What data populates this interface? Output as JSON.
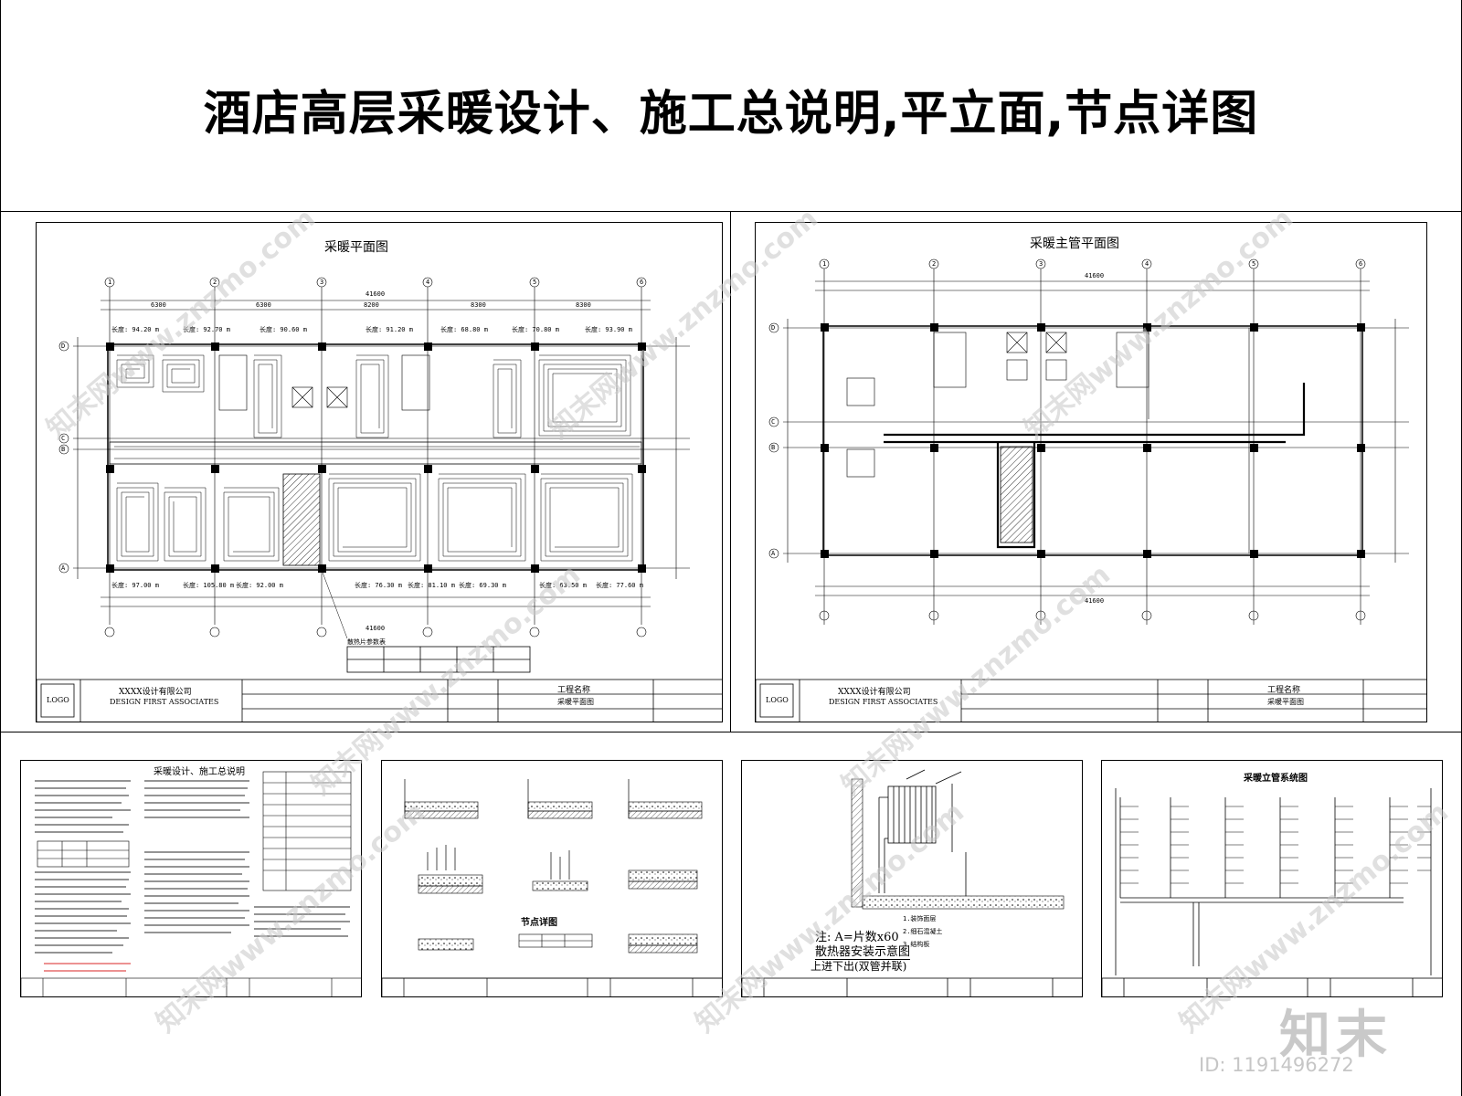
{
  "page": {
    "title": "酒店高层采暖设计、施工总说明,平立面,节点详图"
  },
  "watermark": {
    "text": "知末网www.znzmo.com",
    "brand": "知末",
    "image_id": "ID: 1191496272"
  },
  "sheets": {
    "heating_plan": {
      "title": "采暖平面图",
      "company": "XXXX设计有限公司",
      "company_en": "DESIGN FIRST ASSOCIATES",
      "logo": "LOGO",
      "project_label": "工程名称",
      "drawing_name": "采暖平面图",
      "table_title": "散热片参数表",
      "dims_top": [
        "6300",
        "6300",
        "8200",
        "8300",
        "8300"
      ],
      "dim_total": "41600",
      "lengths_top": [
        "长度: 94.20 m",
        "长度: 92.70 m",
        "长度: 90.60 m",
        "长度: 91.20 m",
        "长度: 68.80 m",
        "长度: 70.80 m",
        "长度: 93.90 m"
      ],
      "lengths_bottom": [
        "长度: 97.00 m",
        "长度: 105.80 m",
        "长度: 92.00 m",
        "长度: 76.30 m",
        "长度: 81.10 m",
        "长度: 69.30 m",
        "长度: 63.50 m",
        "长度: 77.60 m"
      ],
      "axes_x": [
        "1",
        "2",
        "3",
        "4",
        "5",
        "6"
      ],
      "axes_y": [
        "D",
        "C",
        "B",
        "A"
      ]
    },
    "main_pipe_plan": {
      "title": "采暖主管平面图",
      "company": "XXXX设计有限公司",
      "company_en": "DESIGN FIRST ASSOCIATES",
      "logo": "LOGO",
      "project_label": "工程名称",
      "drawing_name": "采暖平面图",
      "dim_total": "41600",
      "axes_x": [
        "1",
        "2",
        "3",
        "4",
        "5",
        "6"
      ],
      "axes_y": [
        "D",
        "C",
        "B",
        "A"
      ]
    },
    "general_notes": {
      "title": "采暖设计、施工总说明"
    },
    "node_details": {
      "title": "节点详图"
    },
    "radiator_install": {
      "note": "注: A=片数x60",
      "title": "散热器安装示意图",
      "subtitle": "上进下出(双管并联)",
      "legend": [
        "1.装饰面层",
        "2.细石混凝土",
        "3.结构板"
      ]
    },
    "riser_system": {
      "title": "采暖立管系统图"
    }
  }
}
